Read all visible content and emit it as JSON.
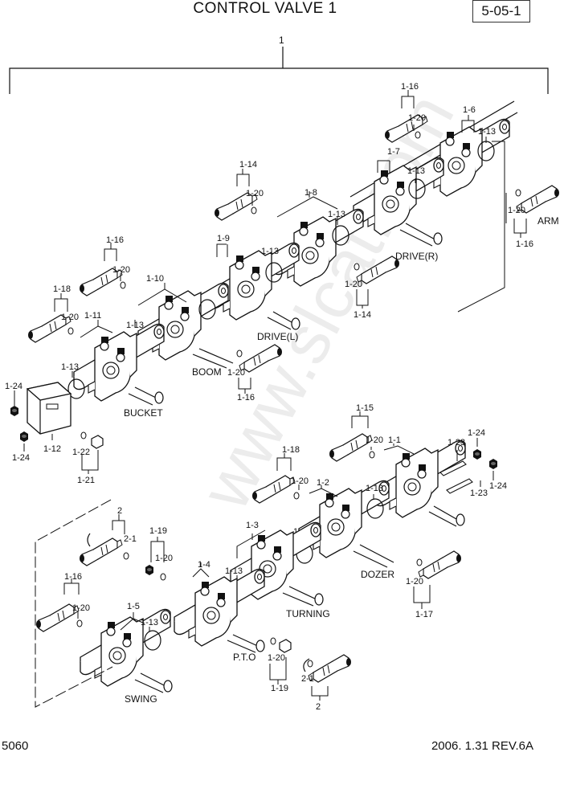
{
  "header": {
    "title": "CONTROL VALVE 1",
    "page_ref": "5-05-1"
  },
  "footer": {
    "doc_code": "5060",
    "revision": "2006. 1.31  REV.6A"
  },
  "watermark": "www.slcat.com",
  "callouts": {
    "root": "1",
    "arm_group": [
      "1-16",
      "1-20",
      "1-6",
      "1-13",
      "1-7",
      "1-13",
      "1-20",
      "1-16"
    ],
    "drive_l_group": [
      "1-14",
      "1-20",
      "1-8",
      "1-13",
      "1-9",
      "1-13",
      "1-20",
      "1-14"
    ],
    "boom_group": [
      "1-16",
      "1-20",
      "1-10",
      "1-13",
      "1-20",
      "1-16"
    ],
    "bucket_group": [
      "1-18",
      "1-20",
      "1-11",
      "1-13"
    ],
    "cover_group": [
      "1-24",
      "1-12",
      "1-24",
      "1-22",
      "1-21"
    ],
    "dozer_group": [
      "1-15",
      "1-20",
      "1-1",
      "1-23",
      "1-24",
      "1-23",
      "1-24",
      "1-18",
      "1-20",
      "1-2",
      "1-13",
      "1-13",
      "1-20",
      "1-17"
    ],
    "turning_group": [
      "1-3",
      "1-13"
    ],
    "pto_group": [
      "1-19",
      "1-20",
      "1-4",
      "1-20",
      "1-19"
    ],
    "swing_group": [
      "2",
      "2-1",
      "1-16",
      "1-20",
      "1-5",
      "1-13",
      "2-1",
      "2"
    ]
  },
  "section_labels": {
    "arm": "ARM",
    "drive_r": "DRIVE(R)",
    "drive_l": "DRIVE(L)",
    "boom": "BOOM",
    "bucket": "BUCKET",
    "dozer": "DOZER",
    "turning": "TURNING",
    "pto": "P.T.O",
    "swing": "SWING"
  }
}
